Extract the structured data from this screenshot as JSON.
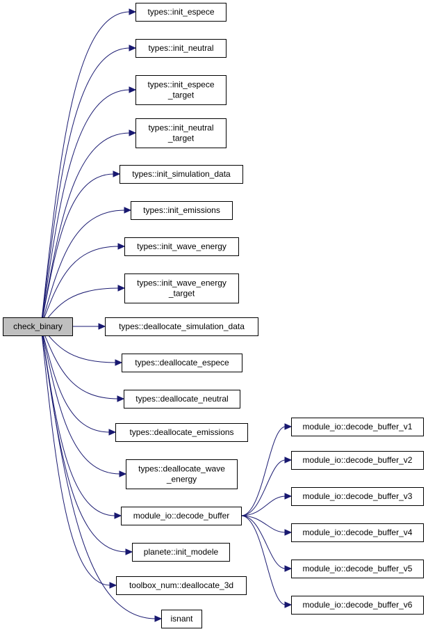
{
  "colors": {
    "edge": "#191970",
    "root_fill": "#bfbfbf",
    "node_fill": "#ffffff"
  },
  "root": {
    "id": "check_binary",
    "label": [
      "check_binary"
    ]
  },
  "nodes": [
    {
      "id": "init_espece",
      "label": [
        "types::init_espece"
      ]
    },
    {
      "id": "init_neutral",
      "label": [
        "types::init_neutral"
      ]
    },
    {
      "id": "init_espece_target",
      "label": [
        "types::init_espece",
        "_target"
      ]
    },
    {
      "id": "init_neutral_target",
      "label": [
        "types::init_neutral",
        "_target"
      ]
    },
    {
      "id": "init_simulation_data",
      "label": [
        "types::init_simulation_data"
      ]
    },
    {
      "id": "init_emissions",
      "label": [
        "types::init_emissions"
      ]
    },
    {
      "id": "init_wave_energy",
      "label": [
        "types::init_wave_energy"
      ]
    },
    {
      "id": "init_wave_energy_target",
      "label": [
        "types::init_wave_energy",
        "_target"
      ]
    },
    {
      "id": "deallocate_simulation_data",
      "label": [
        "types::deallocate_simulation_data"
      ]
    },
    {
      "id": "deallocate_espece",
      "label": [
        "types::deallocate_espece"
      ]
    },
    {
      "id": "deallocate_neutral",
      "label": [
        "types::deallocate_neutral"
      ]
    },
    {
      "id": "deallocate_emissions",
      "label": [
        "types::deallocate_emissions"
      ]
    },
    {
      "id": "deallocate_wave_energy",
      "label": [
        "types::deallocate_wave",
        "_energy"
      ]
    },
    {
      "id": "decode_buffer",
      "label": [
        "module_io::decode_buffer"
      ]
    },
    {
      "id": "init_modele",
      "label": [
        "planete::init_modele"
      ]
    },
    {
      "id": "deallocate_3d",
      "label": [
        "toolbox_num::deallocate_3d"
      ]
    },
    {
      "id": "isnant",
      "label": [
        "isnant"
      ]
    },
    {
      "id": "decode_buffer_v1",
      "label": [
        "module_io::decode_buffer_v1"
      ]
    },
    {
      "id": "decode_buffer_v2",
      "label": [
        "module_io::decode_buffer_v2"
      ]
    },
    {
      "id": "decode_buffer_v3",
      "label": [
        "module_io::decode_buffer_v3"
      ]
    },
    {
      "id": "decode_buffer_v4",
      "label": [
        "module_io::decode_buffer_v4"
      ]
    },
    {
      "id": "decode_buffer_v5",
      "label": [
        "module_io::decode_buffer_v5"
      ]
    },
    {
      "id": "decode_buffer_v6",
      "label": [
        "module_io::decode_buffer_v6"
      ]
    }
  ],
  "edges": [
    {
      "from": "check_binary",
      "to": "init_espece"
    },
    {
      "from": "check_binary",
      "to": "init_neutral"
    },
    {
      "from": "check_binary",
      "to": "init_espece_target"
    },
    {
      "from": "check_binary",
      "to": "init_neutral_target"
    },
    {
      "from": "check_binary",
      "to": "init_simulation_data"
    },
    {
      "from": "check_binary",
      "to": "init_emissions"
    },
    {
      "from": "check_binary",
      "to": "init_wave_energy"
    },
    {
      "from": "check_binary",
      "to": "init_wave_energy_target"
    },
    {
      "from": "check_binary",
      "to": "deallocate_simulation_data"
    },
    {
      "from": "check_binary",
      "to": "deallocate_espece"
    },
    {
      "from": "check_binary",
      "to": "deallocate_neutral"
    },
    {
      "from": "check_binary",
      "to": "deallocate_emissions"
    },
    {
      "from": "check_binary",
      "to": "deallocate_wave_energy"
    },
    {
      "from": "check_binary",
      "to": "decode_buffer"
    },
    {
      "from": "check_binary",
      "to": "init_modele"
    },
    {
      "from": "check_binary",
      "to": "deallocate_3d"
    },
    {
      "from": "check_binary",
      "to": "isnant"
    },
    {
      "from": "decode_buffer",
      "to": "decode_buffer_v1"
    },
    {
      "from": "decode_buffer",
      "to": "decode_buffer_v2"
    },
    {
      "from": "decode_buffer",
      "to": "decode_buffer_v3"
    },
    {
      "from": "decode_buffer",
      "to": "decode_buffer_v4"
    },
    {
      "from": "decode_buffer",
      "to": "decode_buffer_v5"
    },
    {
      "from": "decode_buffer",
      "to": "decode_buffer_v6"
    }
  ]
}
